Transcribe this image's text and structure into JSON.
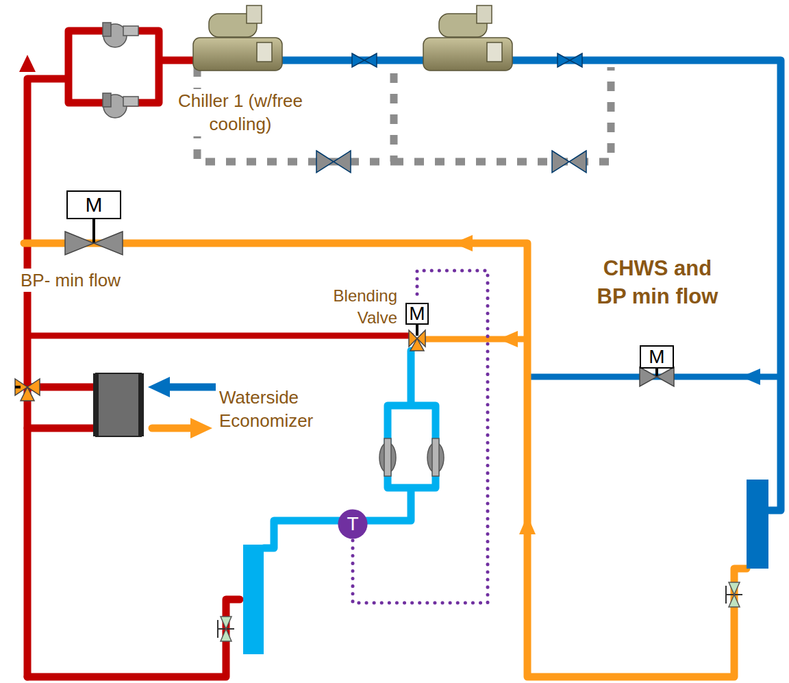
{
  "diagram": {
    "nodes": [
      {
        "text": [
          "M"
        ]
      },
      {
        "text": [
          "M"
        ]
      },
      {
        "text": [
          "M"
        ]
      },
      {
        "text": [
          "T"
        ]
      }
    ],
    "edges": [
      {
        "from": 3,
        "to": 1,
        "arrow": "none"
      }
    ],
    "labels": [
      "Chiller 1 (w/free cooling)",
      "BP- min flow",
      "Blending Valve",
      "CHWS and BP min flow",
      "Waterside Economizer"
    ]
  }
}
